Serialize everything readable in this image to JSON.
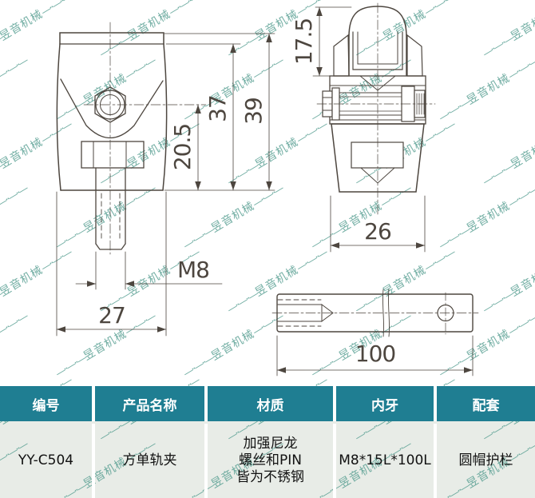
{
  "watermark": {
    "text": "昱音机械",
    "color": "#4f9a8d"
  },
  "colors": {
    "line": "#4d463f",
    "table_header_bg": "#1f7e92",
    "table_row_bg": "#e8ece7"
  },
  "views": {
    "front": {
      "dim_inner_height": "20.5",
      "dim_mid_height": "37",
      "dim_total_height": "39",
      "dim_width": "27",
      "thread_label": "M8"
    },
    "side": {
      "dim_cap_height": "17.5",
      "dim_width": "26"
    },
    "pin": {
      "dim_length": "100"
    }
  },
  "table": {
    "headers": [
      "编号",
      "产品名称",
      "材质",
      "内牙",
      "配套"
    ],
    "row": {
      "code": "YY-C504",
      "product_name": "方单轨夹",
      "material_lines": [
        "加强尼龙",
        "螺丝和PIN",
        "皆为不锈钢"
      ],
      "inner_thread": "M8*15L*100L",
      "accessory": "圆帽护栏"
    }
  }
}
